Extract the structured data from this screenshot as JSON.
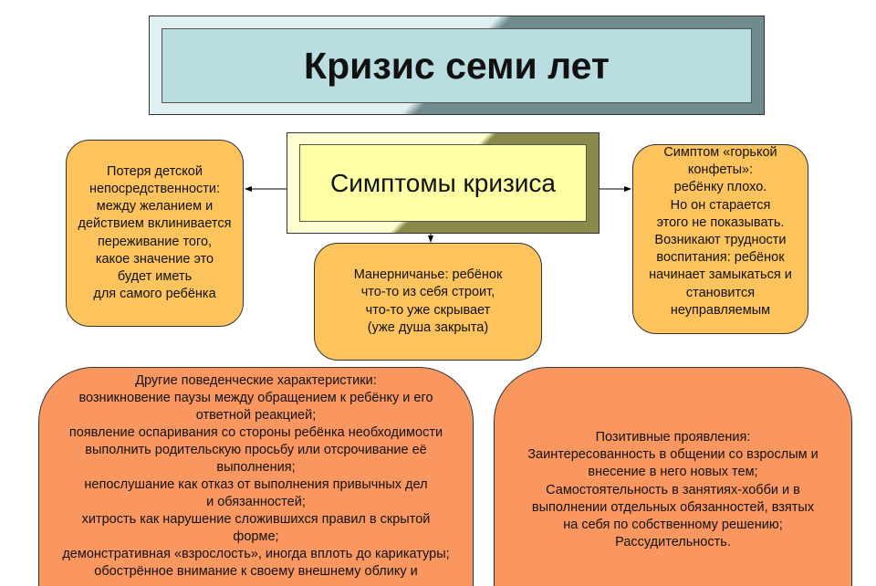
{
  "title": "Кризис семи лет",
  "center": "Симптомы кризиса",
  "left_box": "Потеря детской\nнепосредственности:\nмежду желанием и\nдействием вклинивается\nпереживание того,\nкакое значение это\nбудет иметь\nдля самого ребёнка",
  "middle_box": "Манерничанье: ребёнок\nчто-то из себя строит,\nчто-то уже скрывает\n(уже душа закрыта)",
  "right_box": "Симптом «горькой\nконфеты»:\nребёнку плохо.\nНо он старается\nэтого не показывать.\nВозникают трудности\nвоспитания: ребёнок\nначинает замыкаться и\nстановится\nнеуправляемым",
  "bottom_left": "Другие поведенческие характеристики:\nвозникновение паузы между обращением к ребёнку и его\nответной реакцией;\nпоявление оспаривания со стороны ребёнка необходимости\nвыполнить родительскую просьбу или отсрочивание её\nвыполнения;\nнепослушание как отказ от выполнения привычных дел\nи обязанностей;\nхитрость как нарушение сложившихся правил в скрытой\nформе;\nдемонстративная «взрослость», иногда вплоть до карикатуры;\nобострённое внимание к своему внешнему облику и",
  "bottom_right": "Позитивные проявления:\nЗаинтересованность в общении со взрослым и\nвнесение в него новых тем;\nСамостоятельность в занятиях-хобби и в\nвыполнении отдельных обязанностей, взятых\nна себя по собственному решению;\nРассудительность."
}
